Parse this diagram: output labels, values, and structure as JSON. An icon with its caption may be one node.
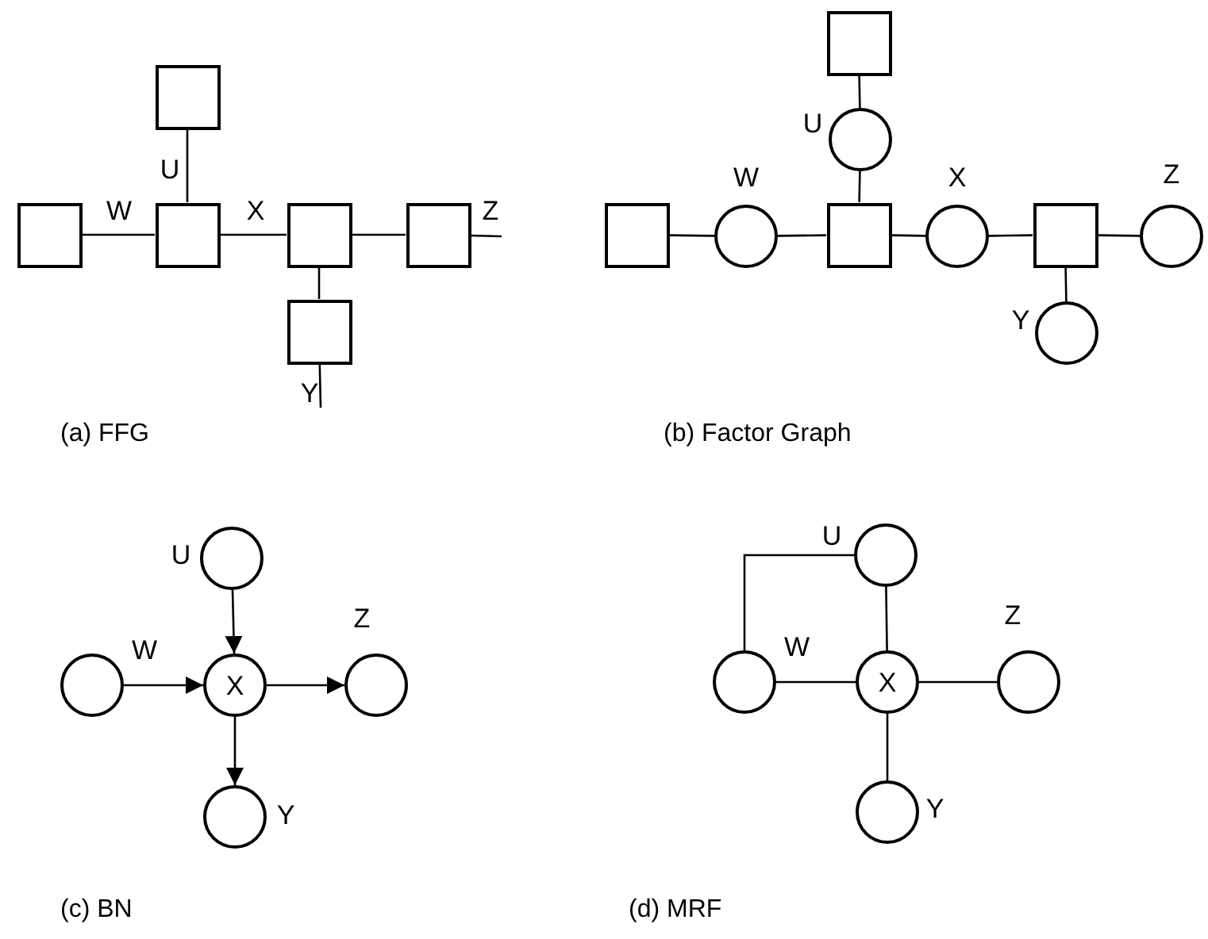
{
  "diagram": {
    "nodes": [
      {
        "text": [],
        "shape": "box"
      },
      {
        "text": [],
        "shape": "box"
      },
      {
        "text": [],
        "shape": "box"
      },
      {
        "text": [],
        "shape": "box"
      },
      {
        "text": [],
        "shape": "box"
      },
      {
        "text": [],
        "shape": "box"
      },
      {
        "text": [],
        "shape": "box"
      },
      {
        "text": [],
        "shape": "circle",
        "beside": [
          "U"
        ]
      },
      {
        "text": [],
        "shape": "box"
      },
      {
        "text": [],
        "shape": "circle",
        "beside": [
          "W"
        ]
      },
      {
        "text": [],
        "shape": "box"
      },
      {
        "text": [],
        "shape": "circle",
        "beside": [
          "X"
        ]
      },
      {
        "text": [],
        "shape": "box"
      },
      {
        "text": [],
        "shape": "circle",
        "beside": [
          "Z"
        ]
      },
      {
        "text": [],
        "shape": "circle",
        "beside": [
          "Y"
        ]
      },
      {
        "text": [],
        "shape": "circle",
        "beside": [
          "U"
        ]
      },
      {
        "text": [],
        "shape": "circle",
        "beside": [
          "W"
        ]
      },
      {
        "text": [
          "X"
        ]
      },
      {
        "text": [],
        "shape": "circle",
        "beside": [
          "Z"
        ]
      },
      {
        "text": [],
        "shape": "circle",
        "beside": [
          "Y"
        ]
      },
      {
        "text": [],
        "shape": "circle",
        "beside": [
          "U"
        ]
      },
      {
        "text": [],
        "shape": "circle",
        "beside": [
          "W"
        ]
      },
      {
        "text": [
          "X"
        ]
      },
      {
        "text": [],
        "shape": "circle",
        "beside": [
          "Z"
        ]
      },
      {
        "text": [],
        "shape": "circle",
        "beside": [
          "Y"
        ]
      }
    ],
    "edges": [
      {
        "from": 0,
        "to": 1,
        "arrow": "none",
        "label": "W"
      },
      {
        "from": 2,
        "to": 1,
        "arrow": "none",
        "label": "U"
      },
      {
        "from": 1,
        "to": 3,
        "arrow": "none",
        "label": "X"
      },
      {
        "from": 3,
        "to": 4,
        "arrow": "none"
      },
      {
        "from": 4,
        "to": null,
        "arrow": "none",
        "label": "Z"
      },
      {
        "from": 3,
        "to": 5,
        "arrow": "none"
      },
      {
        "from": 5,
        "to": null,
        "arrow": "none",
        "label": "Y"
      },
      {
        "from": 6,
        "to": 7,
        "arrow": "none"
      },
      {
        "from": 7,
        "to": 10,
        "arrow": "none"
      },
      {
        "from": 8,
        "to": 9,
        "arrow": "none"
      },
      {
        "from": 9,
        "to": 10,
        "arrow": "none"
      },
      {
        "from": 10,
        "to": 11,
        "arrow": "none"
      },
      {
        "from": 11,
        "to": 12,
        "arrow": "none"
      },
      {
        "from": 12,
        "to": 13,
        "arrow": "none"
      },
      {
        "from": 12,
        "to": 14,
        "arrow": "none"
      },
      {
        "from": 15,
        "to": 17,
        "arrow": "to"
      },
      {
        "from": 16,
        "to": 17,
        "arrow": "to"
      },
      {
        "from": 17,
        "to": 18,
        "arrow": "to"
      },
      {
        "from": 17,
        "to": 19,
        "arrow": "to"
      },
      {
        "from": 20,
        "to": 21,
        "arrow": "none"
      },
      {
        "from": 20,
        "to": 22,
        "arrow": "none"
      },
      {
        "from": 21,
        "to": 22,
        "arrow": "none"
      },
      {
        "from": 22,
        "to": 23,
        "arrow": "none"
      },
      {
        "from": 22,
        "to": 24,
        "arrow": "none"
      }
    ],
    "labels": [
      "(a) FFG",
      "(b) Factor Graph",
      "(c) BN",
      "(d) MRF"
    ]
  }
}
